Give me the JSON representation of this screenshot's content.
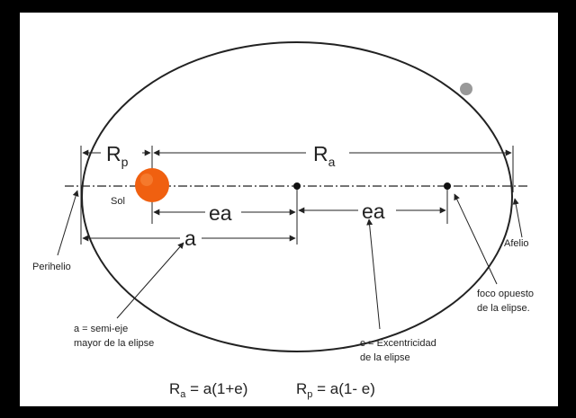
{
  "labels": {
    "rp_main": "R",
    "rp_sub": "p",
    "ra_main": "R",
    "ra_sub": "a",
    "sol": "Sol",
    "ea_left": "ea",
    "ea_right": "ea",
    "a": "a",
    "perihelio": "Perihelio",
    "afelio": "Afelio",
    "foco_line1": "foco opuesto",
    "foco_line2": "de la elipse.",
    "semieje_line1": "a = semi-eje",
    "semieje_line2": "mayor de la elipse",
    "excentricidad_line1": "e = Excentricidad",
    "excentricidad_line2": "de la elipse"
  },
  "formulas": {
    "ra_R": "R",
    "ra_sub": "a",
    "ra_rhs": " = a(1+e)",
    "rp_R": "R",
    "rp_sub": "p",
    "rp_rhs": " = a(1- e)"
  },
  "colors": {
    "sun": "#f06010",
    "planet": "#999999",
    "line": "#222222",
    "frame": "#000000",
    "canvas": "#ffffff"
  }
}
